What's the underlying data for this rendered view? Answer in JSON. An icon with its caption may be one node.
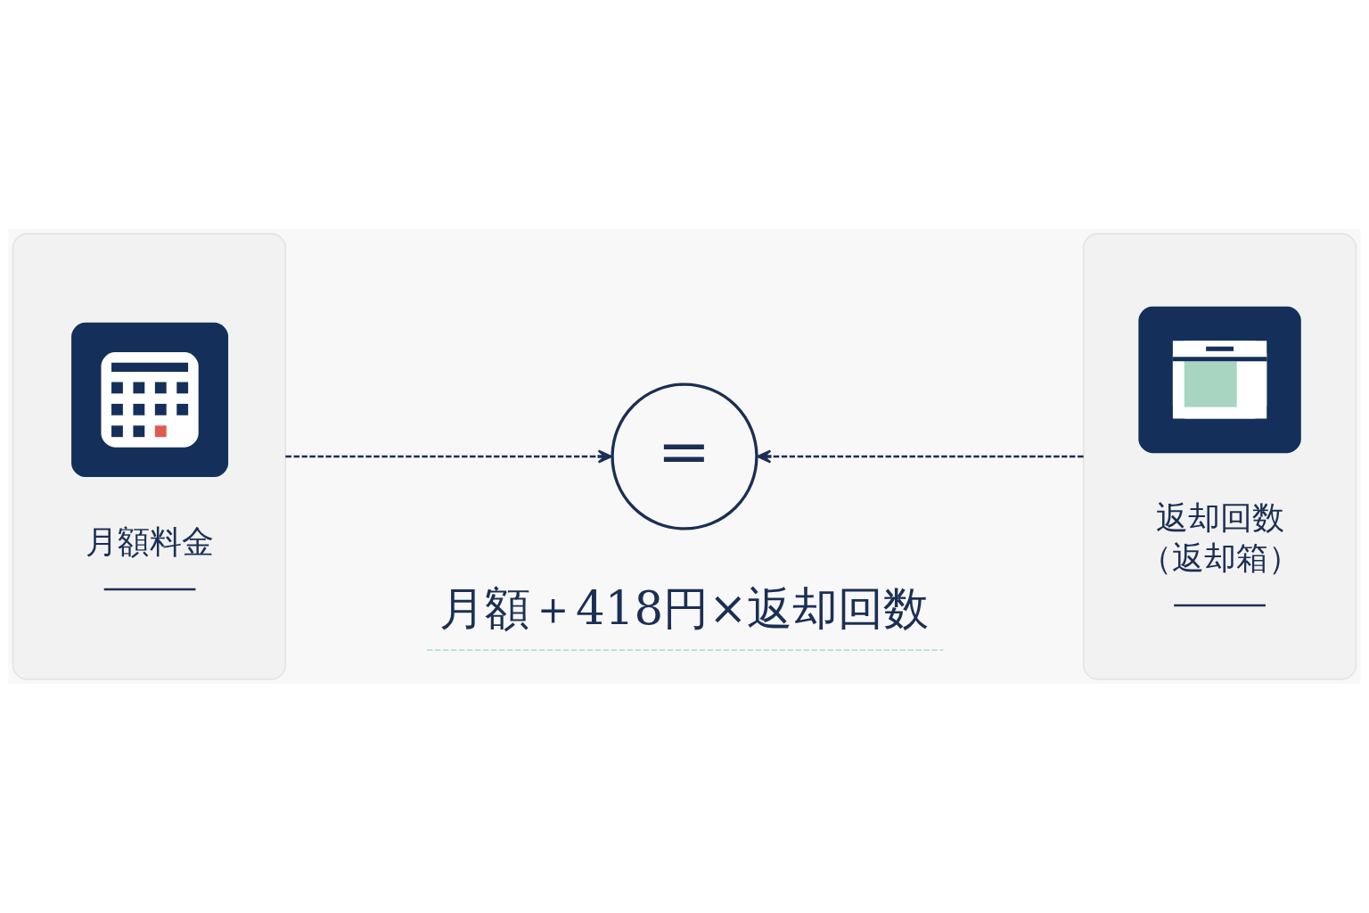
{
  "diagram": {
    "nodes": [
      {
        "text": [
          "月額料金"
        ]
      },
      {
        "text": [
          "="
        ]
      },
      {
        "text": [
          "返却回数",
          "（返却箱）"
        ]
      }
    ],
    "edges": [
      {
        "from": 0,
        "to": 1,
        "arrow": "to",
        "style": "dashed"
      },
      {
        "from": 2,
        "to": 1,
        "arrow": "to",
        "style": "dashed"
      }
    ],
    "labels": [
      "月額＋418円×返却回数"
    ]
  }
}
